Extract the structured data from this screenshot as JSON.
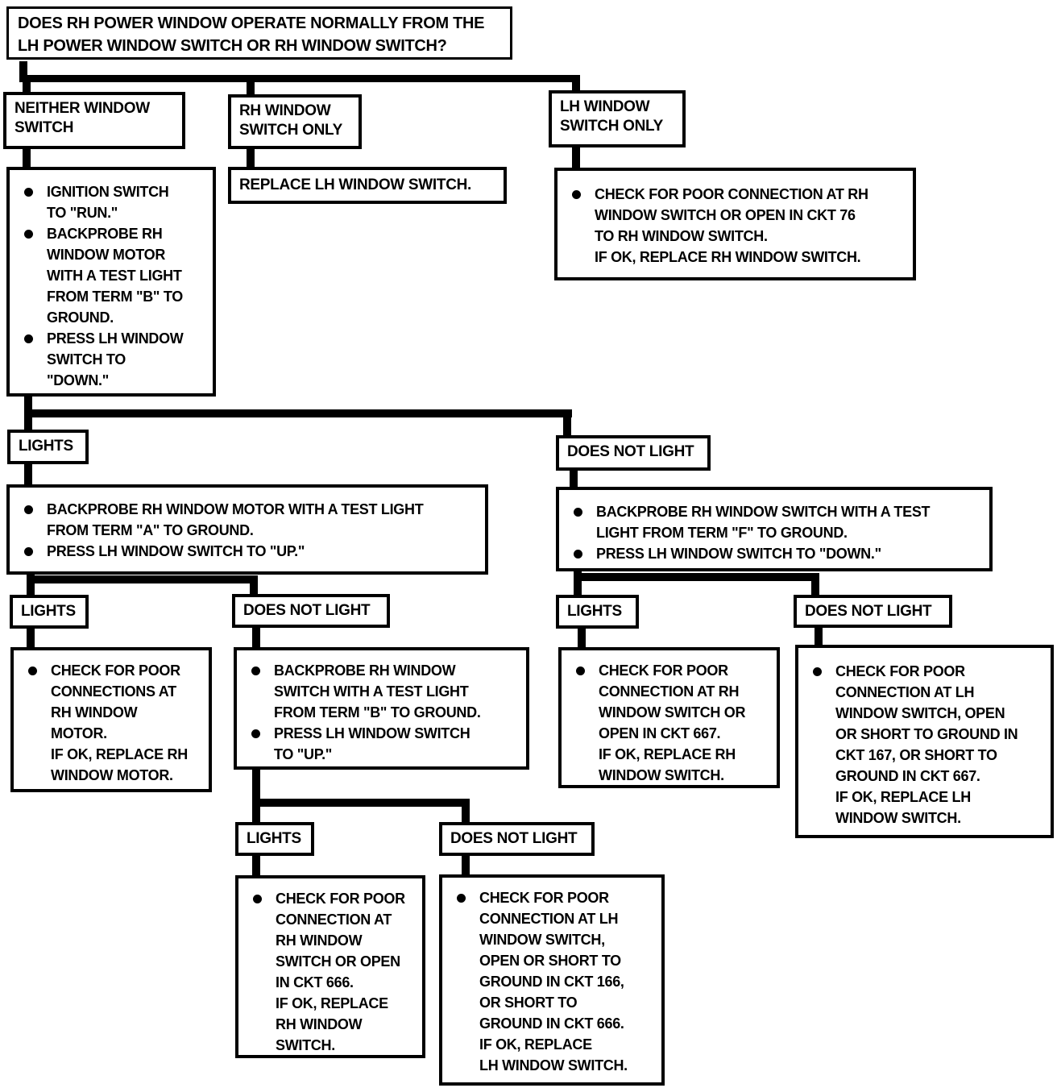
{
  "colors": {
    "ink": "#000000",
    "paper": "#ffffff"
  },
  "boxes": {
    "root": {
      "lines": [
        "DOES RH POWER WINDOW OPERATE NORMALLY FROM THE",
        "LH POWER WINDOW SWITCH OR RH WINDOW SWITCH?"
      ]
    },
    "neither": {
      "lines": [
        "NEITHER WINDOW",
        "SWITCH"
      ]
    },
    "rh_only": {
      "lines": [
        "RH WINDOW",
        "SWITCH ONLY"
      ]
    },
    "lh_only": {
      "lines": [
        "LH WINDOW",
        "SWITCH ONLY"
      ]
    },
    "neither_steps": {
      "bullets": [
        [
          "IGNITION SWITCH",
          "TO \"RUN.\""
        ],
        [
          "BACKPROBE RH",
          "WINDOW MOTOR",
          "WITH A TEST LIGHT",
          "FROM TERM \"B\" TO",
          "GROUND."
        ],
        [
          "PRESS LH WINDOW",
          "SWITCH TO",
          "\"DOWN.\""
        ]
      ]
    },
    "replace_lh": {
      "lines": [
        "REPLACE LH WINDOW SWITCH."
      ]
    },
    "lh_only_steps": {
      "bullets": [
        [
          "CHECK FOR POOR CONNECTION AT RH",
          "WINDOW SWITCH OR OPEN IN CKT 76",
          "TO RH WINDOW SWITCH.",
          "IF OK, REPLACE RH WINDOW SWITCH."
        ]
      ]
    },
    "lights_1": {
      "lines": [
        "LIGHTS"
      ]
    },
    "does_not_light_1": {
      "lines": [
        "DOES NOT LIGHT"
      ]
    },
    "steps_lights_1": {
      "bullets": [
        [
          "BACKPROBE RH WINDOW MOTOR WITH A TEST LIGHT",
          "FROM TERM \"A\" TO GROUND."
        ],
        [
          "PRESS LH WINDOW SWITCH TO \"UP.\""
        ]
      ]
    },
    "steps_dnl_1": {
      "bullets": [
        [
          "BACKPROBE RH WINDOW SWITCH WITH A TEST",
          "LIGHT FROM TERM \"F\" TO GROUND."
        ],
        [
          "PRESS LH WINDOW SWITCH TO \"DOWN.\""
        ]
      ]
    },
    "lights_2": {
      "lines": [
        "LIGHTS"
      ]
    },
    "does_not_light_2": {
      "lines": [
        "DOES NOT LIGHT"
      ]
    },
    "lights_3": {
      "lines": [
        "LIGHTS"
      ]
    },
    "does_not_light_3": {
      "lines": [
        "DOES NOT LIGHT"
      ]
    },
    "result_lights_2": {
      "bullets": [
        [
          "CHECK FOR POOR",
          "CONNECTIONS AT",
          "RH WINDOW",
          "MOTOR.",
          "IF OK, REPLACE RH",
          "WINDOW MOTOR."
        ]
      ]
    },
    "steps_dnl_2": {
      "bullets": [
        [
          "BACKPROBE RH WINDOW",
          "SWITCH WITH A TEST LIGHT",
          "FROM TERM \"B\" TO GROUND."
        ],
        [
          "PRESS LH WINDOW SWITCH",
          "TO \"UP.\""
        ]
      ]
    },
    "result_lights_3": {
      "bullets": [
        [
          "CHECK FOR POOR",
          "CONNECTION AT RH",
          "WINDOW SWITCH OR",
          "OPEN IN CKT 667.",
          "IF OK, REPLACE RH",
          "WINDOW SWITCH."
        ]
      ]
    },
    "result_dnl_3": {
      "bullets": [
        [
          "CHECK FOR POOR",
          "CONNECTION AT LH",
          "WINDOW SWITCH, OPEN",
          "OR SHORT TO GROUND IN",
          "CKT 167, OR SHORT TO",
          "GROUND IN CKT 667.",
          "IF OK, REPLACE LH",
          "WINDOW SWITCH."
        ]
      ]
    },
    "lights_4": {
      "lines": [
        "LIGHTS"
      ]
    },
    "does_not_light_4": {
      "lines": [
        "DOES NOT LIGHT"
      ]
    },
    "result_lights_4": {
      "bullets": [
        [
          "CHECK FOR POOR",
          "CONNECTION AT",
          "RH WINDOW",
          "SWITCH OR OPEN",
          "IN CKT 666.",
          "IF OK, REPLACE",
          "RH WINDOW",
          "SWITCH."
        ]
      ]
    },
    "result_dnl_4": {
      "bullets": [
        [
          "CHECK FOR POOR",
          "CONNECTION AT LH",
          "WINDOW SWITCH,",
          "OPEN OR SHORT TO",
          "GROUND IN CKT 166,",
          "OR SHORT TO",
          "GROUND IN CKT 666.",
          "IF OK, REPLACE",
          "LH WINDOW SWITCH."
        ]
      ]
    }
  }
}
